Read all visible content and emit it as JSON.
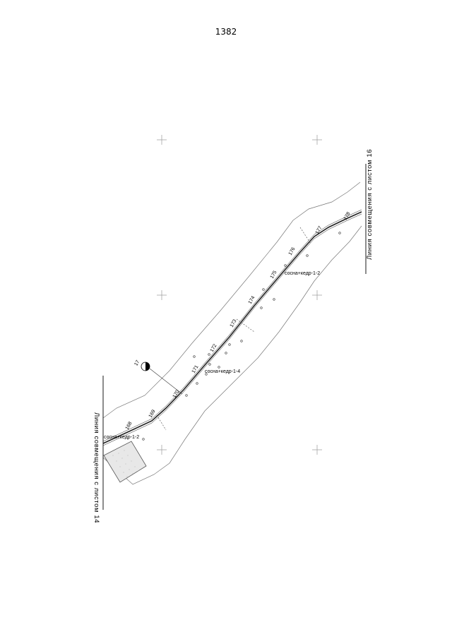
{
  "page": {
    "number": "1382"
  },
  "plan": {
    "match_line_top": "Линия совмещения с листом 16",
    "match_line_bottom": "Линия совмещения с листом 14",
    "stations": [
      {
        "label": "168"
      },
      {
        "label": "169"
      },
      {
        "label": "170"
      },
      {
        "label": "171"
      },
      {
        "label": "172"
      },
      {
        "label": "173"
      },
      {
        "label": "174"
      },
      {
        "label": "175"
      },
      {
        "label": "176"
      },
      {
        "label": "177"
      },
      {
        "label": "178"
      }
    ],
    "tree_labels": [
      {
        "text": "сосна+кедр-1-2"
      },
      {
        "text": "сосна+кедр-1-4"
      },
      {
        "text": "сосна+кедр-1-2"
      }
    ],
    "marker": {
      "label": "17"
    }
  }
}
